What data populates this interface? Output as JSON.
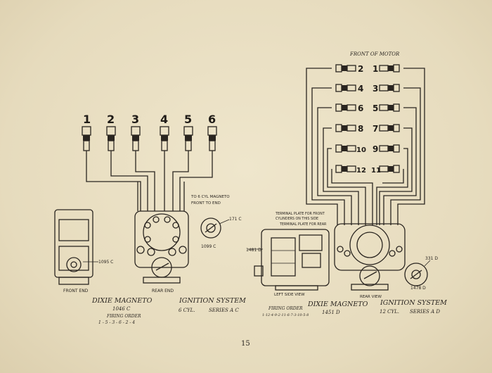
{
  "left_diagram": {
    "plug_numbers": [
      "1",
      "2",
      "3",
      "4",
      "5",
      "6"
    ],
    "front_end_label": "FRONT END",
    "rear_end_label": "REAR END",
    "part_1095c": "1095 C",
    "part_1099c": "1099 C",
    "part_171c": "171 C",
    "note_line1": "TO 6 CYL MAGNETO",
    "note_line2": "FRONT TO END",
    "title": "DIXIE MAGNETO",
    "model": "1046 C",
    "firing_order_label": "FIRING ORDER",
    "firing_order": "1 - 5 - 3 - 6 - 2 - 4",
    "ignition_title": "IGNITION SYSTEM",
    "cylinders": "6 CYL.",
    "series": "SERIES A C"
  },
  "right_diagram": {
    "front_of_motor": "FRONT OF MOTOR",
    "plug_pairs": [
      [
        "2",
        "1"
      ],
      [
        "4",
        "3"
      ],
      [
        "6",
        "5"
      ],
      [
        "8",
        "7"
      ],
      [
        "10",
        "9"
      ],
      [
        "12",
        "11"
      ]
    ],
    "part_1481d": "1481 D",
    "part_331d": "331 D",
    "part_1478d": "1478 D",
    "note_line1": "TERMINAL PLATE FOR FRONT",
    "note_line2": "CYLINDERS ON THIS SIDE",
    "note_line3": "TERMINAL PLATE FOR REAR",
    "left_side_view": "LEFT SIDE VIEW",
    "rear_view": "REAR VIEW",
    "firing_order_label": "FIRING ORDER",
    "firing_order": "1-12-4-9-2-11-6-7-3-10-5-8",
    "title": "DIXIE MAGNETO",
    "model": "1451 D",
    "ignition_title": "IGNITION SYSTEM",
    "cylinders": "12 CYL.",
    "series": "SERIES A D"
  },
  "page_number": "15"
}
